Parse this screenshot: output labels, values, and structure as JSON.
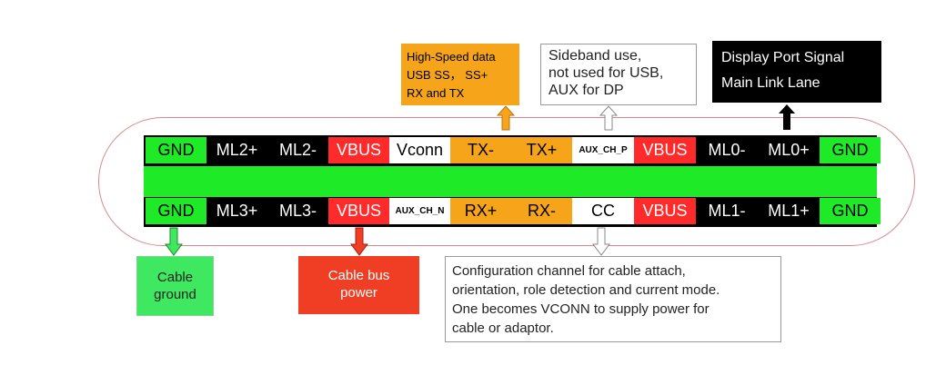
{
  "colors": {
    "gnd": "#1eea28",
    "ml": "#000000",
    "vbus": "#ff2a2a",
    "cc_aux": "#ffffff",
    "tx_rx": "#f6a41a",
    "outline": "#d68a8a",
    "caption_border": "#888888"
  },
  "top_row": [
    {
      "label": "GND",
      "type": "gnd"
    },
    {
      "label": "ML2+",
      "type": "ml"
    },
    {
      "label": "ML2-",
      "type": "ml"
    },
    {
      "label": "VBUS",
      "type": "vbus"
    },
    {
      "label": "Vconn",
      "type": "cc_aux"
    },
    {
      "label": "TX-",
      "type": "tx_rx"
    },
    {
      "label": "TX+",
      "type": "tx_rx"
    },
    {
      "label": "AUX_CH_P",
      "type": "cc_aux",
      "small": true
    },
    {
      "label": "VBUS",
      "type": "vbus"
    },
    {
      "label": "ML0-",
      "type": "ml"
    },
    {
      "label": "ML0+",
      "type": "ml"
    },
    {
      "label": "GND",
      "type": "gnd"
    }
  ],
  "bottom_row": [
    {
      "label": "GND",
      "type": "gnd"
    },
    {
      "label": "ML3+",
      "type": "ml"
    },
    {
      "label": "ML3-",
      "type": "ml"
    },
    {
      "label": "VBUS",
      "type": "vbus"
    },
    {
      "label": "AUX_CH_N",
      "type": "cc_aux",
      "small": true
    },
    {
      "label": "RX+",
      "type": "tx_rx"
    },
    {
      "label": "RX-",
      "type": "tx_rx"
    },
    {
      "label": "CC",
      "type": "cc_aux"
    },
    {
      "label": "VBUS",
      "type": "vbus"
    },
    {
      "label": "ML1-",
      "type": "ml"
    },
    {
      "label": "ML1+",
      "type": "ml"
    },
    {
      "label": "GND",
      "type": "gnd"
    }
  ],
  "callouts": {
    "high_speed": {
      "lines": [
        "High-Speed data",
        "USB SS， SS+",
        "RX and TX"
      ]
    },
    "sideband": {
      "lines": [
        "Sideband use,",
        "not used for USB,",
        "AUX for DP"
      ]
    },
    "display_port": {
      "lines": [
        "Display Port Signal",
        "Main Link Lane"
      ]
    },
    "cable_ground": {
      "lines": [
        "Cable",
        "ground"
      ]
    },
    "cable_power": {
      "lines": [
        "Cable bus",
        "power"
      ]
    },
    "config_channel": {
      "lines": [
        "Configuration channel for cable attach,",
        "orientation, role detection and current mode.",
        "One becomes VCONN to supply power for",
        "cable or adaptor."
      ]
    }
  }
}
